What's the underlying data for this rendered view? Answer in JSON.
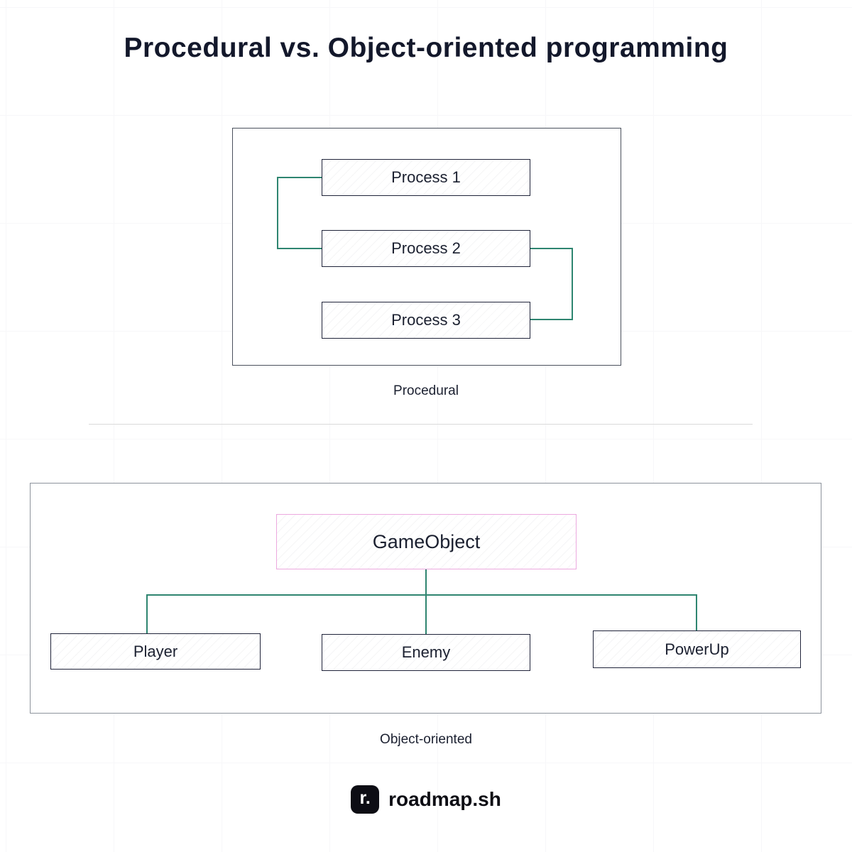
{
  "title": "Procedural vs. Object-oriented programming",
  "procedural": {
    "caption": "Procedural",
    "boxes": [
      "Process 1",
      "Process 2",
      "Process 3"
    ]
  },
  "object_oriented": {
    "caption": "Object-oriented",
    "root": "GameObject",
    "children": [
      "Player",
      "Enemy",
      "PowerUp"
    ]
  },
  "footer": {
    "logo_glyph": "r.",
    "brand": "roadmap.sh"
  },
  "colors": {
    "connector_teal": "#2E8570",
    "box_border": "#20243A",
    "gameobject_border": "#ECA9DF",
    "title_text": "#13182B"
  }
}
